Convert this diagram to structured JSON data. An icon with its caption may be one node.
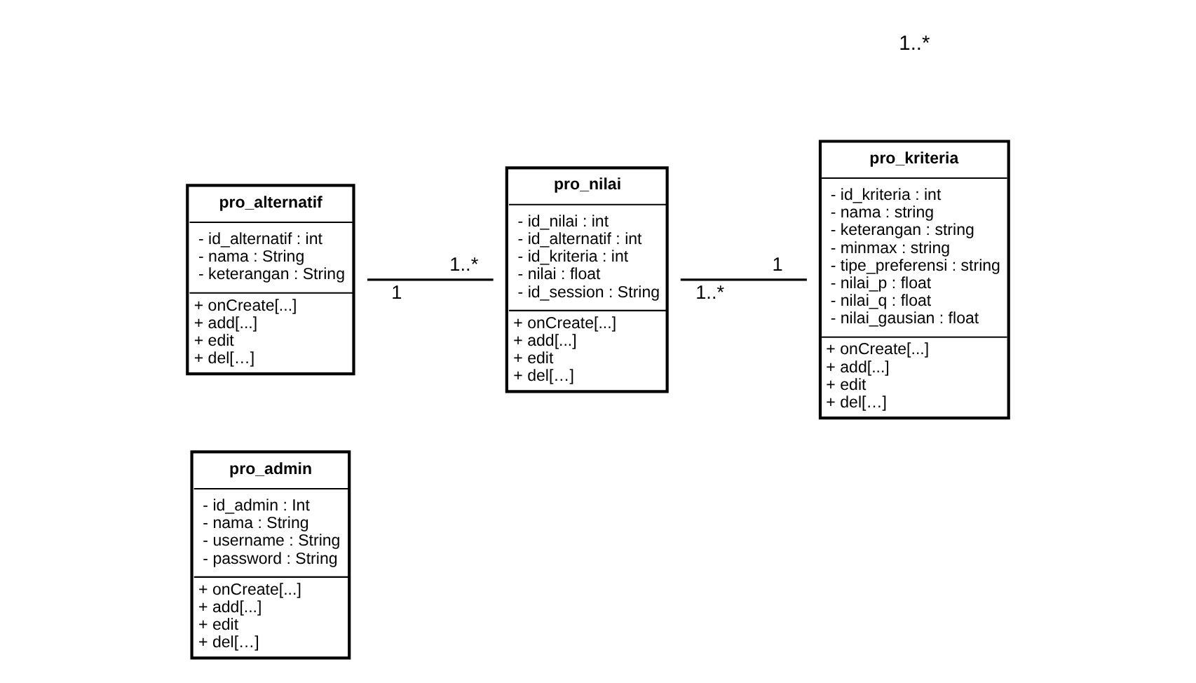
{
  "diagram": {
    "nodes": [
      {
        "text": [
          "pro_alternatif",
          "- id_alternatif : int",
          "- nama : String",
          "- keterangan : String",
          "+ onCreate[...]",
          "+ add[...]",
          "+ edit",
          "+ del[…]"
        ]
      },
      {
        "text": [
          "pro_nilai",
          "- id_nilai : int",
          "- id_alternatif : int",
          "- id_kriteria : int",
          "- nilai : float",
          "- id_session : String",
          "+ onCreate[...]",
          "+ add[...]",
          "+ edit",
          "+ del[…]"
        ]
      },
      {
        "text": [
          "pro_kriteria",
          "- id_kriteria : int",
          "- nama : string",
          "- keterangan : string",
          "- minmax : string",
          "- tipe_preferensi : string",
          "- nilai_p : float",
          "- nilai_q : float",
          "- nilai_gausian : float",
          "+ onCreate[...]",
          "+ add[...]",
          "+ edit",
          "+ del[…]"
        ]
      },
      {
        "text": [
          "pro_admin",
          "- id_admin : Int",
          "- nama : String",
          "- username : String",
          "- password : String",
          "+ onCreate[...]",
          "+ add[...]",
          "+ edit",
          "+ del[…]"
        ]
      }
    ],
    "edges": [
      {
        "from": 0,
        "to": 1,
        "arrow": "none"
      },
      {
        "from": 1,
        "to": 2,
        "arrow": "none"
      }
    ],
    "labels": [
      "1",
      "1..*",
      "1..*",
      "1",
      "1..*"
    ]
  }
}
